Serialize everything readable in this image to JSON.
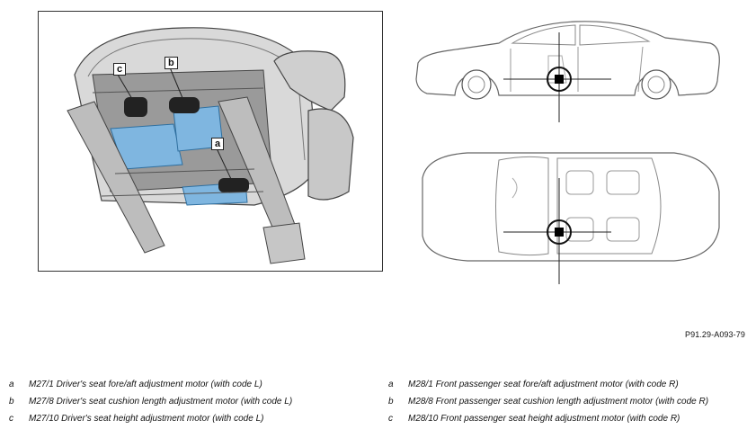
{
  "figure_ref": "P91.29-A093-79",
  "callouts": {
    "a": "a",
    "b": "b",
    "c": "c"
  },
  "legend_left": [
    {
      "letter": "a",
      "text": "M27/1 Driver's seat fore/aft adjustment motor (with code L)"
    },
    {
      "letter": "b",
      "text": "M27/8 Driver's seat cushion length adjustment motor (with code L)"
    },
    {
      "letter": "c",
      "text": "M27/10 Driver's seat height adjustment motor (with code L)"
    }
  ],
  "legend_right": [
    {
      "letter": "a",
      "text": "M28/1 Front passenger seat fore/aft adjustment motor (with code R)"
    },
    {
      "letter": "b",
      "text": "M28/8 Front passenger seat cushion length adjustment motor (with code R)"
    },
    {
      "letter": "c",
      "text": "M28/10 Front passenger seat height adjustment motor (with code R)"
    }
  ],
  "colors": {
    "motor_highlight": "#7fb6e0",
    "line": "#333333",
    "marker": "#000000"
  }
}
